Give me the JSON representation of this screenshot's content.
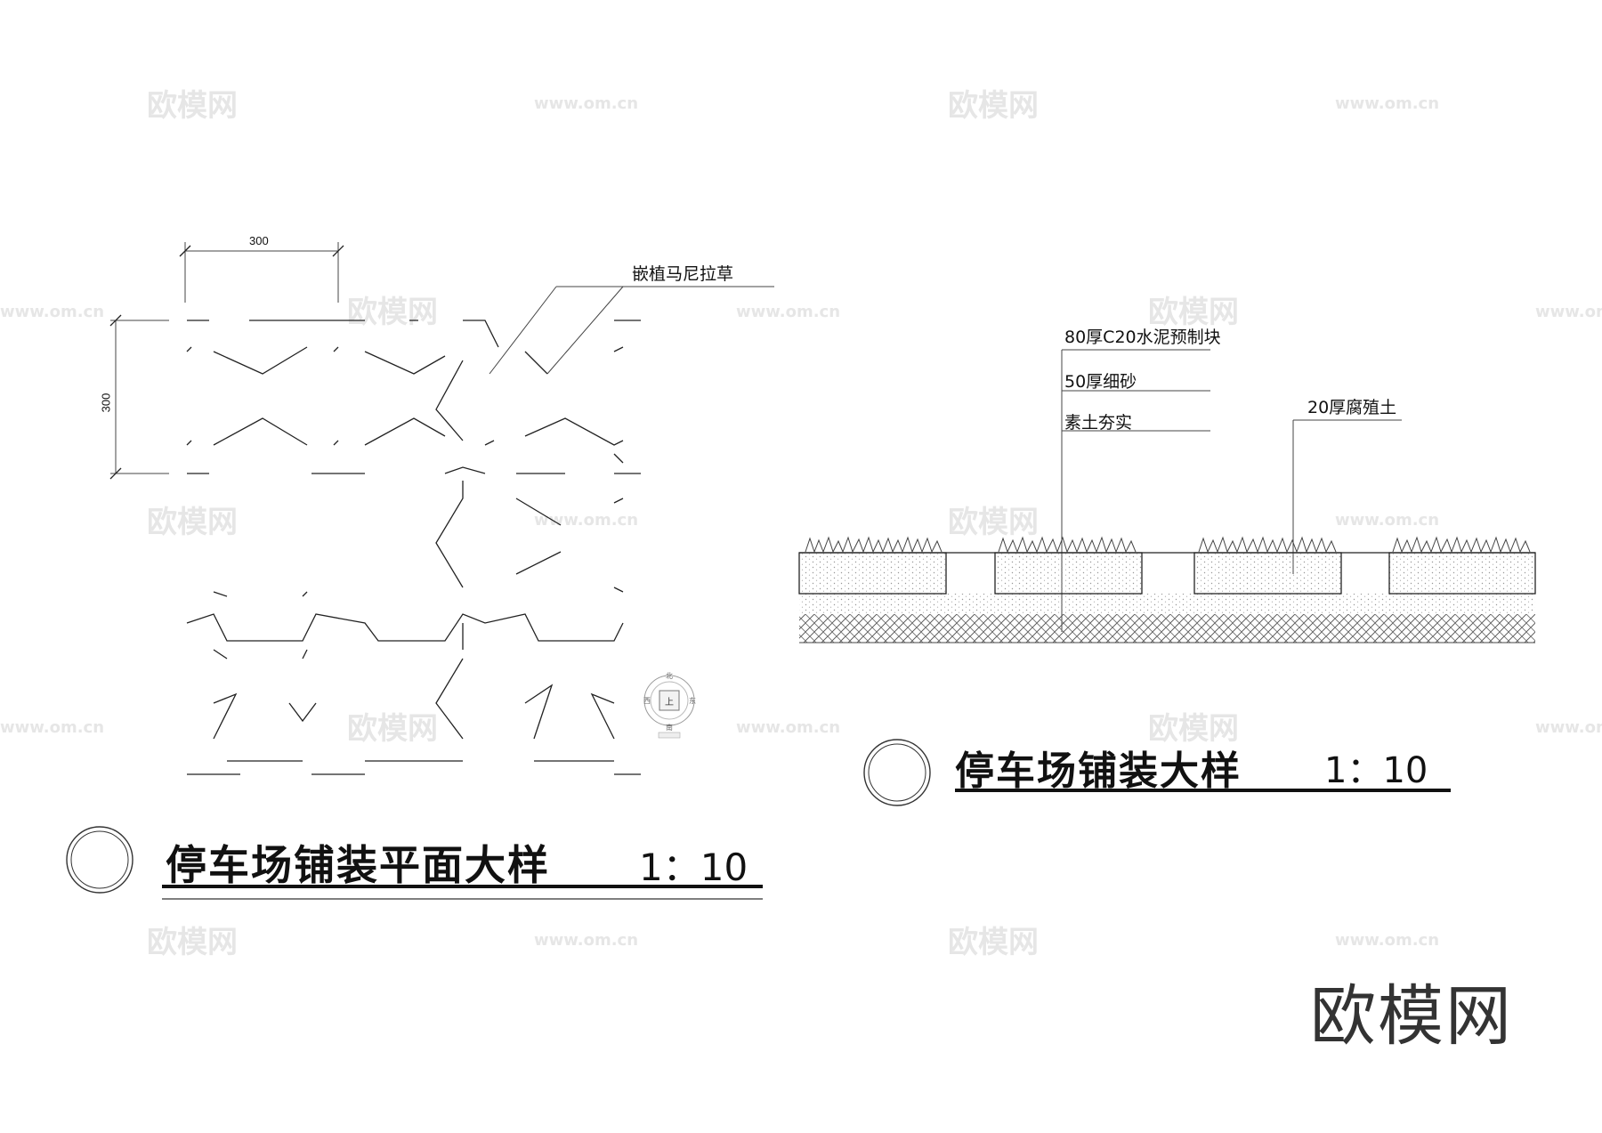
{
  "plan": {
    "dimension_width": "300",
    "dimension_height": "300",
    "grass_label": "嵌植马尼拉草",
    "title": "停车场铺装平面大样",
    "scale": "1：10"
  },
  "section": {
    "layer_1": "80厚C20水泥预制块",
    "layer_2": "50厚细砂",
    "layer_3": "素土夯实",
    "soil_label": "20厚腐殖土",
    "title": "停车场铺装大样",
    "scale": "1：10"
  },
  "watermark": {
    "brand": "欧模网",
    "url": "www.om.cn"
  },
  "compass": {
    "north": "北",
    "south": "南",
    "east": "东",
    "west": "西",
    "center": "上"
  }
}
